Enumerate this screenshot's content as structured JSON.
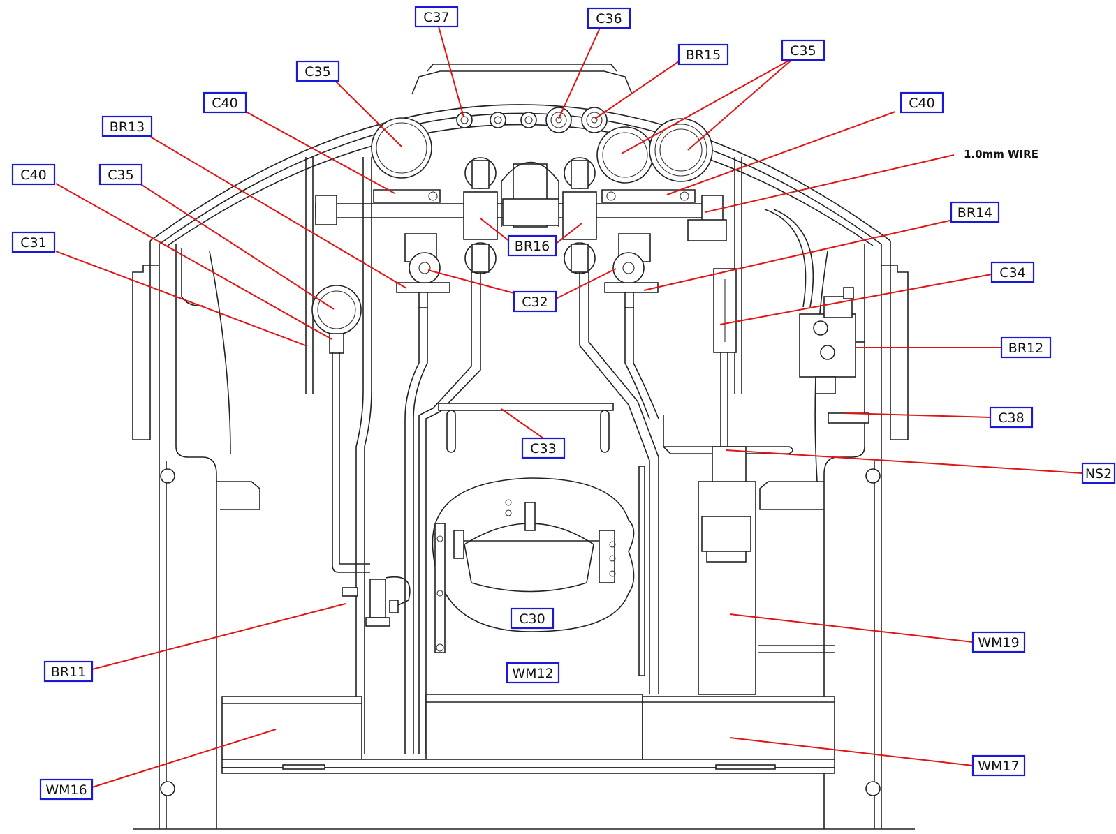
{
  "diagram": {
    "colors": {
      "label_border": "#1a1ad6",
      "leader_line": "#e01515",
      "drawing": "#222222",
      "background": "#ffffff"
    },
    "labels": [
      {
        "id": "c37",
        "text": "C37"
      },
      {
        "id": "c36",
        "text": "C36"
      },
      {
        "id": "br15",
        "text": "BR15"
      },
      {
        "id": "c35-top-right",
        "text": "C35"
      },
      {
        "id": "c35-top-left",
        "text": "C35"
      },
      {
        "id": "c40-top-left",
        "text": "C40"
      },
      {
        "id": "c40-top-right",
        "text": "C40"
      },
      {
        "id": "br13",
        "text": "BR13"
      },
      {
        "id": "c40-left",
        "text": "C40"
      },
      {
        "id": "c35-left",
        "text": "C35"
      },
      {
        "id": "c31",
        "text": "C31"
      },
      {
        "id": "br14",
        "text": "BR14"
      },
      {
        "id": "br16",
        "text": "BR16"
      },
      {
        "id": "c34",
        "text": "C34"
      },
      {
        "id": "c32",
        "text": "C32"
      },
      {
        "id": "br12",
        "text": "BR12"
      },
      {
        "id": "c38",
        "text": "C38"
      },
      {
        "id": "c33",
        "text": "C33"
      },
      {
        "id": "ns2",
        "text": "NS2"
      },
      {
        "id": "c30",
        "text": "C30"
      },
      {
        "id": "wm19",
        "text": "WM19"
      },
      {
        "id": "br11",
        "text": "BR11"
      },
      {
        "id": "wm12",
        "text": "WM12"
      },
      {
        "id": "wm17",
        "text": "WM17"
      },
      {
        "id": "wm16",
        "text": "WM16"
      }
    ],
    "annotation": {
      "text": "1.0mm WIRE"
    }
  }
}
